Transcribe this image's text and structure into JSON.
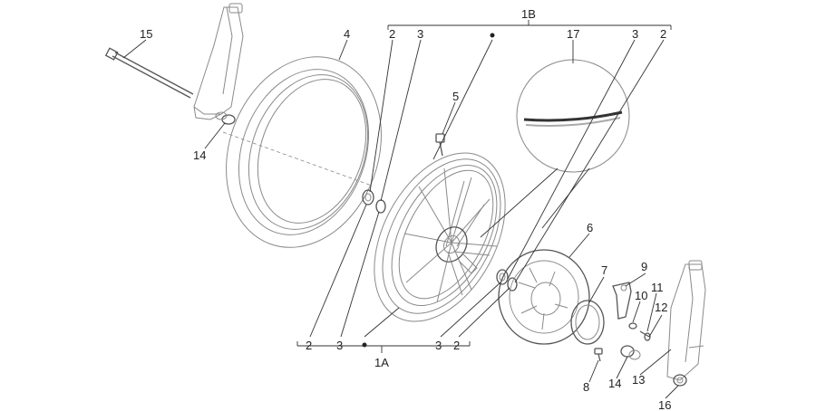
{
  "diagram": {
    "group_labels": {
      "group_1a": "1A",
      "group_1b": "1B"
    },
    "callouts": {
      "p2_top": "2",
      "p3_top": "3",
      "p4": "4",
      "p5": "5",
      "p6": "6",
      "p7": "7",
      "p8": "8",
      "p9": "9",
      "p10": "10",
      "p11": "11",
      "p12": "12",
      "p13": "13",
      "p14_left": "14",
      "p14_right": "14",
      "p15": "15",
      "p16": "16",
      "p17": "17",
      "p3_topright": "3",
      "p2_topright": "2",
      "p2_bottom": "2",
      "p3_bottom": "3",
      "p3_bottomright": "3",
      "p2_bottomright": "2"
    }
  }
}
